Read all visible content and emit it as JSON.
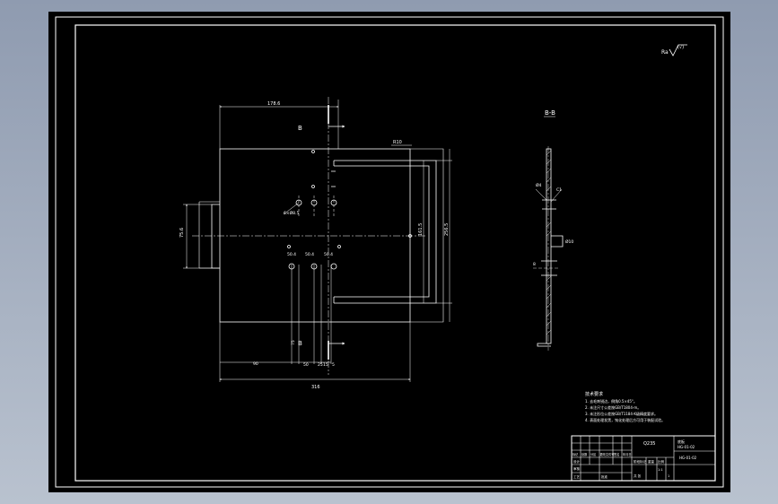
{
  "drawing": {
    "front_view": {
      "section_mark_top": "B",
      "section_mark_bottom": "B",
      "dimensions": {
        "top_width": "178.6",
        "overall_width": "316",
        "left_height": "75.6",
        "right_height_outer": "256.5",
        "right_height_inner": "161.5",
        "corner": "R10",
        "hole_callout": "6×Ø8.5",
        "pitch_1": "50.4",
        "pitch_2": "50.4",
        "pitch_3": "50.4",
        "bottom_1": "75",
        "bottom_2": "50",
        "bottom_3": "25",
        "bottom_4": "15",
        "bottom_5": "5",
        "left_offset": "90"
      }
    },
    "section_view": {
      "title": "B-B",
      "chamfer": "Ø4",
      "callout": "C1",
      "dim_1": "Ø10",
      "dim_2": "8"
    },
    "roughness": {
      "label": "Ra",
      "value": "(√)"
    },
    "notes": {
      "title": "技术要求",
      "lines": [
        "1. 去毛刺锐边，倒角0.5×45°。",
        "2. 未注尺寸公差按GB/T1804-m。",
        "3. 未注形位公差按GB/T1184-K级精度要求。",
        "4. 表面处理发黑，钝化处理后方可用于装配试验。"
      ]
    },
    "title_block": {
      "part_name": "底板",
      "drawing_no": "HG-01-02",
      "material": "Q235",
      "scale": "1:1",
      "sheet": "1",
      "label_design": "设计",
      "label_check": "审核",
      "label_process": "工艺",
      "label_approve": "批准",
      "label_weight": "重量",
      "label_ratio": "比例",
      "label_stage": "阶段标记",
      "label_qty": "共 张",
      "label_mark": "标记",
      "label_count": "处数",
      "label_zone": "分区",
      "label_change": "更改文件号",
      "label_sign": "签名",
      "label_date": "年月日"
    }
  }
}
